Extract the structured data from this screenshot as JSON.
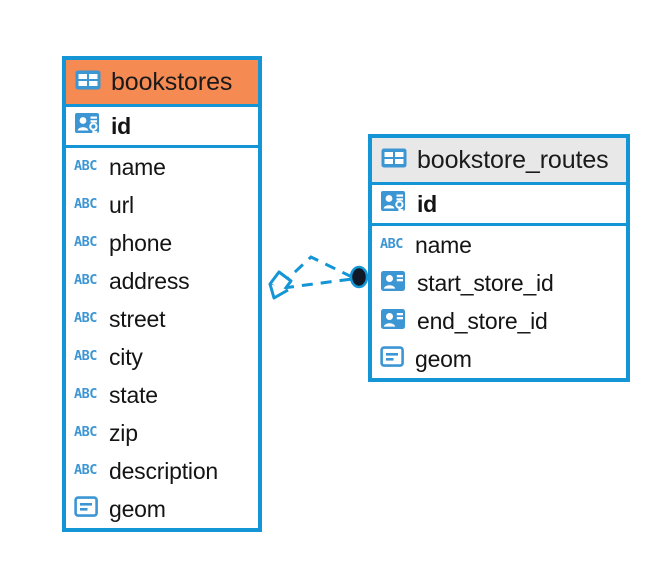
{
  "diagram": {
    "type": "entity-relationship-diagram",
    "background": "#ffffff",
    "colors": {
      "border_blue": "#1395d6",
      "icon_blue": "#3d96d4",
      "header_orange": "#f58a53",
      "header_gray": "#e8e8e8",
      "text": "#141414",
      "connector_blue": "#1395d6",
      "endpoint_fill": "#111827"
    }
  },
  "entities": [
    {
      "name": "bookstores",
      "header_icon": "table-icon",
      "header_style": "accent-orange",
      "primary_key": {
        "label": "id",
        "icon": "primary-key-icon"
      },
      "fields": [
        {
          "label": "name",
          "icon": "text-abc-icon"
        },
        {
          "label": "url",
          "icon": "text-abc-icon"
        },
        {
          "label": "phone",
          "icon": "text-abc-icon"
        },
        {
          "label": "address",
          "icon": "text-abc-icon"
        },
        {
          "label": "street",
          "icon": "text-abc-icon"
        },
        {
          "label": "city",
          "icon": "text-abc-icon"
        },
        {
          "label": "state",
          "icon": "text-abc-icon"
        },
        {
          "label": "zip",
          "icon": "text-abc-icon"
        },
        {
          "label": "description",
          "icon": "text-abc-icon"
        },
        {
          "label": "geom",
          "icon": "geometry-icon"
        }
      ]
    },
    {
      "name": "bookstore_routes",
      "header_icon": "table-icon",
      "header_style": "accent-gray",
      "primary_key": {
        "label": "id",
        "icon": "primary-key-icon"
      },
      "fields": [
        {
          "label": "name",
          "icon": "text-abc-icon"
        },
        {
          "label": "start_store_id",
          "icon": "foreign-key-icon"
        },
        {
          "label": "end_store_id",
          "icon": "foreign-key-icon"
        },
        {
          "label": "geom",
          "icon": "geometry-icon"
        }
      ]
    }
  ],
  "relationship": {
    "from_entity": "bookstores",
    "to_entity": "bookstore_routes",
    "line_style": "dashed",
    "source_marker": "hollow-diamond-marker",
    "target_marker": "filled-circle-marker"
  }
}
